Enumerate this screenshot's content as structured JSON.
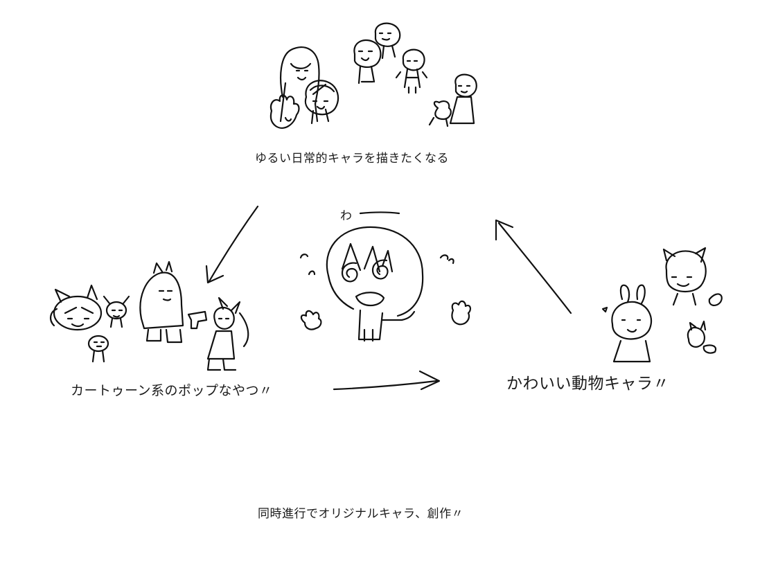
{
  "captions": {
    "top": "ゆるい日常的キャラを描きたくなる",
    "left": "カートゥーン系のポップなやつ〃",
    "right": "かわいい動物キャラ〃",
    "bottom": "同時進行でオリジナルキャラ、創作〃"
  },
  "center_exclamation": "わ",
  "colors": {
    "ink": "#111111",
    "background": "#ffffff"
  }
}
